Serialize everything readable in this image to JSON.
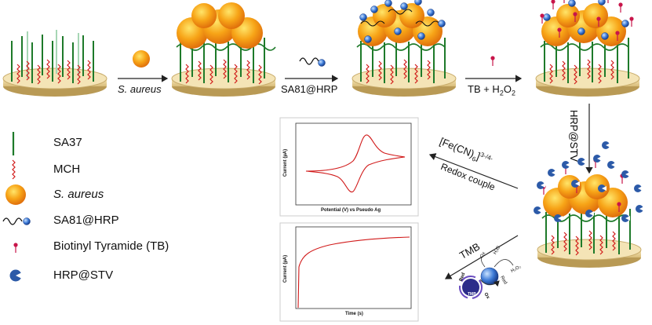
{
  "steps": {
    "s1": "S. aureus",
    "s2": "SA81@HRP",
    "s3_a": "TB + H",
    "s3_sub": "2",
    "s3_b": "O",
    "s3_sub2": "2",
    "s4": "HRP@STV",
    "redox_formula_a": "[Fe(CN)",
    "redox_formula_sub": "6",
    "redox_formula_b": "]",
    "redox_formula_sup": "3-/4-",
    "redox_label": "Redox couple",
    "tmb": "TMB"
  },
  "legend": [
    {
      "icon": "sa37-icon",
      "label": "SA37",
      "italic": false
    },
    {
      "icon": "mch-icon",
      "label": "MCH",
      "italic": false
    },
    {
      "icon": "s-aureus-icon",
      "label": "S. aureus",
      "italic": true
    },
    {
      "icon": "sa81-hrp-icon",
      "label": "SA81@HRP",
      "italic": false
    },
    {
      "icon": "biotinyl-tyramide-icon",
      "label": "Biotinyl Tyramide (TB)",
      "italic": false
    },
    {
      "icon": "hrp-stv-icon",
      "label": "HRP@STV",
      "italic": false
    }
  ],
  "cv_plot": {
    "ylabel": "Current (µA)",
    "xlabel": "Potential (V) vs Pseudo Ag"
  },
  "ca_plot": {
    "ylabel": "Current (µA)",
    "xlabel": "Time (s)"
  },
  "cycle": {
    "ox": "Ox",
    "red": "Red",
    "tmb": "TMB",
    "h2o": "H₂O",
    "h2o2": "H₂O₂",
    "red2": "Red",
    "ox2": "Ox"
  },
  "colors": {
    "green": "#1e7a2a",
    "red": "#d11a1a",
    "orange": "#f39a13",
    "blue": "#2c5aa8",
    "disk": "#f3dfa8",
    "magenta": "#c8154a"
  }
}
